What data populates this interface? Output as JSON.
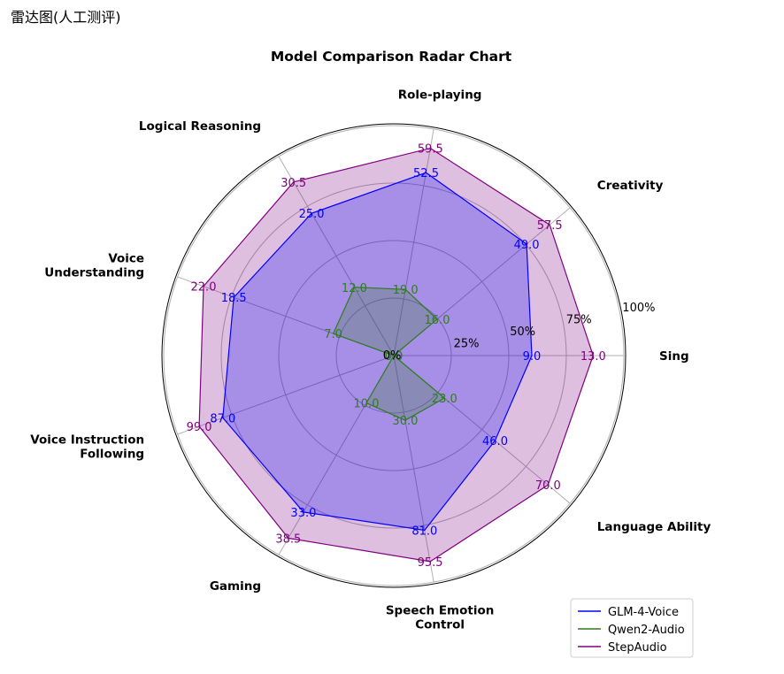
{
  "page_heading": "雷达图(人工测评)",
  "chart_data": {
    "type": "radar",
    "title": "Model Comparison Radar Chart",
    "axes": [
      "Sing",
      "Creativity",
      "Role-playing",
      "Logical Reasoning",
      "Voice\nUnderstanding",
      "Voice Instruction\nFollowing",
      "Gaming",
      "Speech Emotion\nControl",
      "Language Ability"
    ],
    "axis_max": [
      15,
      65,
      65,
      35,
      25,
      110,
      42,
      105,
      80
    ],
    "radial_ticks": [
      "0%",
      "25%",
      "50%",
      "75%",
      "100%"
    ],
    "radial_tick_values": [
      0,
      0.25,
      0.5,
      0.75,
      1.0
    ],
    "grid": true,
    "legend_position": "lower-right",
    "series": [
      {
        "name": "GLM-4-Voice",
        "color": "#0000ff",
        "values": [
          9.0,
          49.0,
          52.5,
          25.0,
          18.5,
          87.0,
          33.0,
          81.0,
          46.0
        ],
        "labels": [
          "9.0",
          "49.0",
          "52.5",
          "25.0",
          "18.5",
          "87.0",
          "33.0",
          "81.0",
          "46.0"
        ]
      },
      {
        "name": "Qwen2-Audio",
        "color": "#2e7d1e",
        "values": [
          0.0,
          16.0,
          19.0,
          12.0,
          7.0,
          0.0,
          10.0,
          30.0,
          23.0
        ],
        "labels": [
          "0.0",
          "16.0",
          "19.0",
          "12.0",
          "7.0",
          "0.0",
          "10.0",
          "30.0",
          "23.0"
        ]
      },
      {
        "name": "StepAudio",
        "color": "#800080",
        "values": [
          13.0,
          57.5,
          59.5,
          30.5,
          22.0,
          99.0,
          38.5,
          95.5,
          70.0
        ],
        "labels": [
          "13.0",
          "57.5",
          "59.5",
          "30.5",
          "22.0",
          "99.0",
          "38.5",
          "95.5",
          "70.0"
        ]
      }
    ]
  }
}
